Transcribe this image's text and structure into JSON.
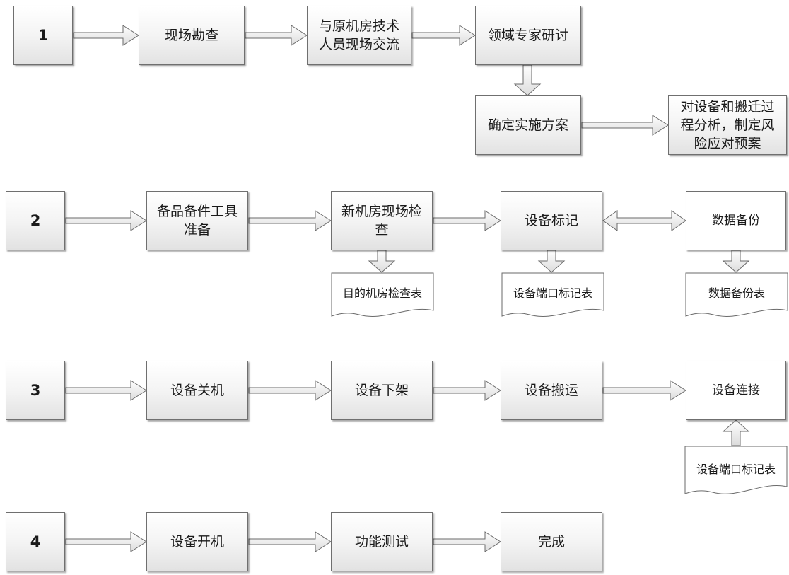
{
  "steps": {
    "s1": "1",
    "s2": "2",
    "s3": "3",
    "s4": "4"
  },
  "row1": {
    "survey": "现场勘查",
    "exchange_l1": "与原机房技术",
    "exchange_l2": "人员现场交流",
    "expert": "领域专家研讨",
    "plan": "确定实施方案",
    "risk_l1": "对设备和搬迁过",
    "risk_l2": "程分析，制定风",
    "risk_l3": "险应对预案"
  },
  "row2": {
    "tools_l1": "备品备件工具",
    "tools_l2": "准备",
    "check_l1": "新机房现场检",
    "check_l2": "查",
    "mark": "设备标记",
    "backup": "数据备份",
    "doc_checklist": "目的机房检查表",
    "doc_ports": "设备端口标记表",
    "doc_backup": "数据备份表"
  },
  "row3": {
    "shutdown": "设备关机",
    "unrack": "设备下架",
    "move": "设备搬运",
    "connect": "设备连接",
    "doc_ports": "设备端口标记表"
  },
  "row4": {
    "poweron": "设备开机",
    "test": "功能测试",
    "done": "完成"
  }
}
